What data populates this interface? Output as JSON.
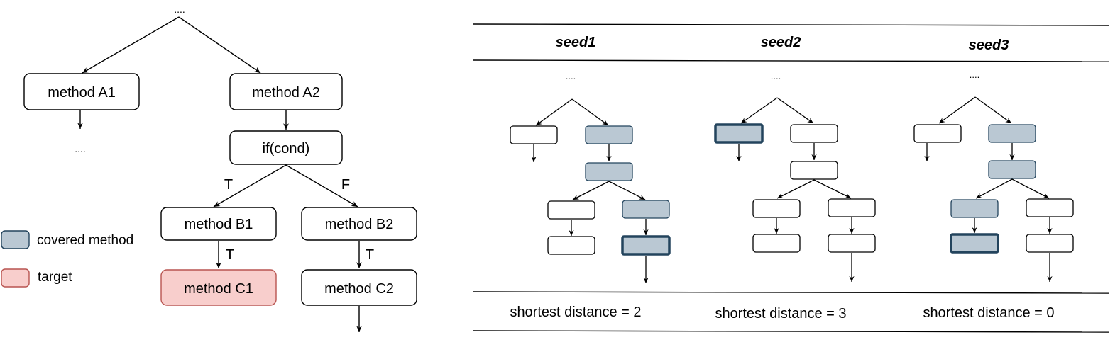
{
  "colors": {
    "covered_fill": "#bac8d3",
    "covered_stroke": "#23445d",
    "target_fill": "#f8cecc",
    "target_stroke": "#b85450",
    "line": "#000000"
  },
  "left_tree": {
    "root_ellipsis": "....",
    "method_a1": "method A1",
    "method_a2": "method A2",
    "a1_ellipsis": "....",
    "if_cond": "if(cond)",
    "true_label": "T",
    "false_label": "F",
    "method_b1": "method B1",
    "method_b2": "method B2",
    "b1_t_label": "T",
    "b2_t_label": "T",
    "method_c1": "method C1",
    "method_c2": "method C2"
  },
  "legend": {
    "covered": "covered method",
    "target": "target"
  },
  "table": {
    "headers": [
      "seed1",
      "seed2",
      "seed3"
    ],
    "ellipsis": [
      "....",
      "....",
      "...."
    ],
    "distances": [
      "shortest distance = 2",
      "shortest distance = 3",
      "shortest distance = 0"
    ]
  }
}
